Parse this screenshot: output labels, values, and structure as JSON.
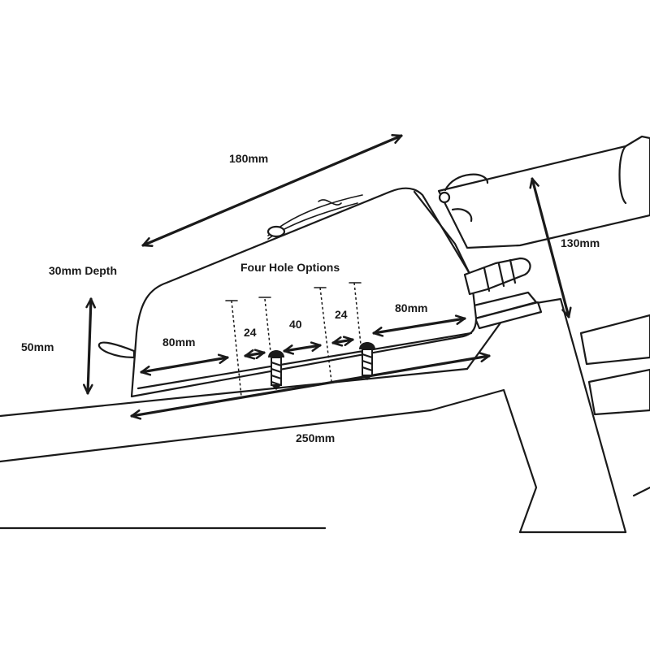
{
  "labels": {
    "length_top": "180mm",
    "depth": "30mm Depth",
    "height": "50mm",
    "hole_options": "Four Hole Options",
    "rear_offset": "80mm",
    "front_offset": "80mm",
    "gap_rear": "24",
    "gap_middle": "40",
    "gap_front": "24",
    "base_length": "250mm",
    "stem_height": "130mm"
  }
}
